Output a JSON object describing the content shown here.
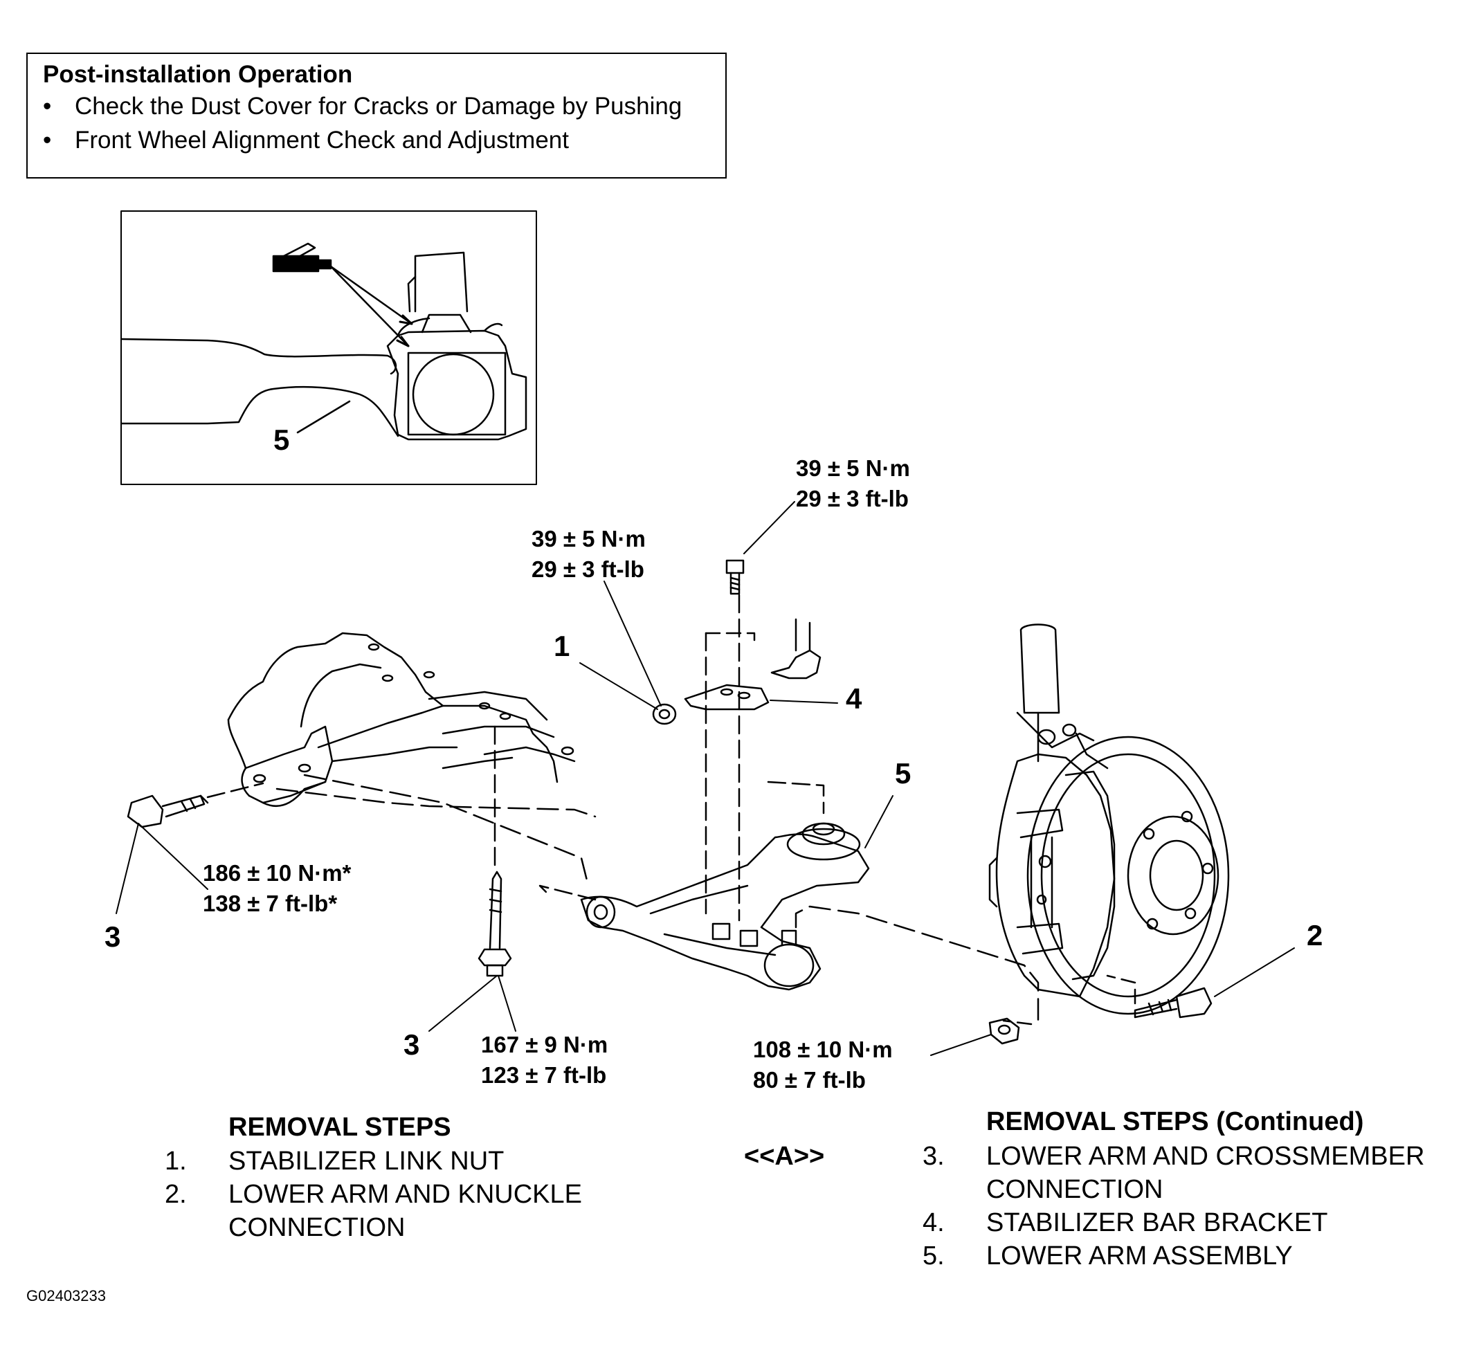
{
  "post_installation": {
    "title": "Post-installation Operation",
    "items": [
      "Check the Dust Cover for Cracks or Damage by Pushing",
      "Front Wheel Alignment Check and Adjustment"
    ]
  },
  "inset": {
    "callout": "5"
  },
  "torques": {
    "bracket_bolt": [
      "39 ± 5 N·m",
      "29 ± 3 ft-lb"
    ],
    "link_nut": [
      "39 ± 5 N·m",
      "29 ± 3 ft-lb"
    ],
    "front_bolt": [
      "186 ± 10 N·m*",
      "138 ± 7 ft-lb*"
    ],
    "rear_bolt": [
      "167 ± 9 N·m",
      "123 ± 7 ft-lb"
    ],
    "knuckle_nut": [
      "108 ± 10 N·m",
      "80 ± 7 ft-lb"
    ]
  },
  "callouts": {
    "link_nut": "1",
    "bracket": "4",
    "lower_arm": "5",
    "front_bolt": "3",
    "rear_bolt": "3",
    "knuckle_bolt": "2"
  },
  "removal_steps": {
    "title": "REMOVAL STEPS",
    "items": [
      {
        "num": "1.",
        "lines": [
          "STABILIZER LINK NUT"
        ]
      },
      {
        "num": "2.",
        "lines": [
          "LOWER ARM AND KNUCKLE",
          "CONNECTION"
        ]
      }
    ]
  },
  "removal_steps_continued": {
    "title": "REMOVAL STEPS (Continued)",
    "marker": "<<A>>",
    "items": [
      {
        "num": "3.",
        "lines": [
          "LOWER ARM AND CROSSMEMBER",
          "CONNECTION"
        ]
      },
      {
        "num": "4.",
        "lines": [
          "STABILIZER BAR BRACKET"
        ]
      },
      {
        "num": "5.",
        "lines": [
          "LOWER ARM ASSEMBLY"
        ]
      }
    ]
  },
  "figure_id": "G02403233"
}
